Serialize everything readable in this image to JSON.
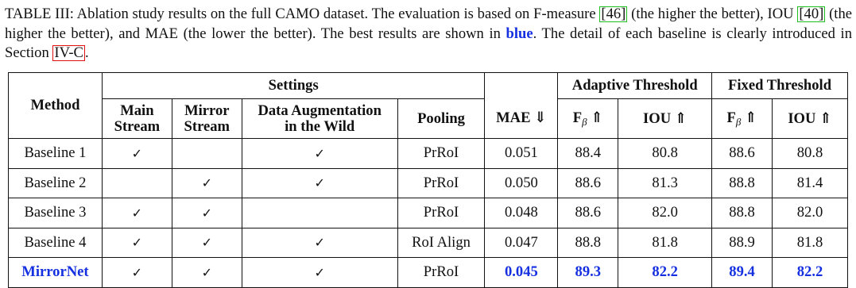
{
  "caption": {
    "part1": "TABLE III: Ablation study results on the full CAMO dataset. The evaluation is based on F-measure ",
    "cite1": "[46]",
    "part2": " (the higher the better), IOU ",
    "cite2": "[40]",
    "part3": " (the higher the better), and MAE (the lower the better). The best results are shown in ",
    "blue_word": "blue",
    "part4": ". The detail of each baseline is clearly introduced in Section ",
    "section_ref": "IV-C",
    "part5": "."
  },
  "header": {
    "method": "Method",
    "settings": "Settings",
    "adaptive": "Adaptive Threshold",
    "fixed": "Fixed Threshold",
    "main_stream_1": "Main",
    "main_stream_2": "Stream",
    "mirror_stream_1": "Mirror",
    "mirror_stream_2": "Stream",
    "augment_1": "Data Augmentation",
    "augment_2": "in the Wild",
    "pooling": "Pooling",
    "mae": "MAE ⇓",
    "f_beta_f": "F",
    "f_beta_sub": "β",
    "up": "⇑",
    "iou": "IOU ⇑"
  },
  "rows": [
    {
      "method": "Baseline 1",
      "main": "✓",
      "mirror": "",
      "augment": "✓",
      "pooling": "PrRoI",
      "mae": "0.051",
      "a_f": "88.4",
      "a_iou": "80.8",
      "f_f": "88.6",
      "f_iou": "80.8"
    },
    {
      "method": "Baseline 2",
      "main": "",
      "mirror": "✓",
      "augment": "✓",
      "pooling": "PrRoI",
      "mae": "0.050",
      "a_f": "88.6",
      "a_iou": "81.3",
      "f_f": "88.8",
      "f_iou": "81.4"
    },
    {
      "method": "Baseline 3",
      "main": "✓",
      "mirror": "✓",
      "augment": "",
      "pooling": "PrRoI",
      "mae": "0.048",
      "a_f": "88.6",
      "a_iou": "82.0",
      "f_f": "88.8",
      "f_iou": "82.0"
    },
    {
      "method": "Baseline 4",
      "main": "✓",
      "mirror": "✓",
      "augment": "✓",
      "pooling": "RoI Align",
      "mae": "0.047",
      "a_f": "88.8",
      "a_iou": "81.8",
      "f_f": "88.9",
      "f_iou": "81.8"
    },
    {
      "method": "MirrorNet",
      "main": "✓",
      "mirror": "✓",
      "augment": "✓",
      "pooling": "PrRoI",
      "mae": "0.045",
      "a_f": "89.3",
      "a_iou": "82.2",
      "f_f": "89.4",
      "f_iou": "82.2"
    }
  ],
  "colors": {
    "best": "#1530e0",
    "cite_box": "#1fbf1f",
    "section_box": "#e01010"
  }
}
